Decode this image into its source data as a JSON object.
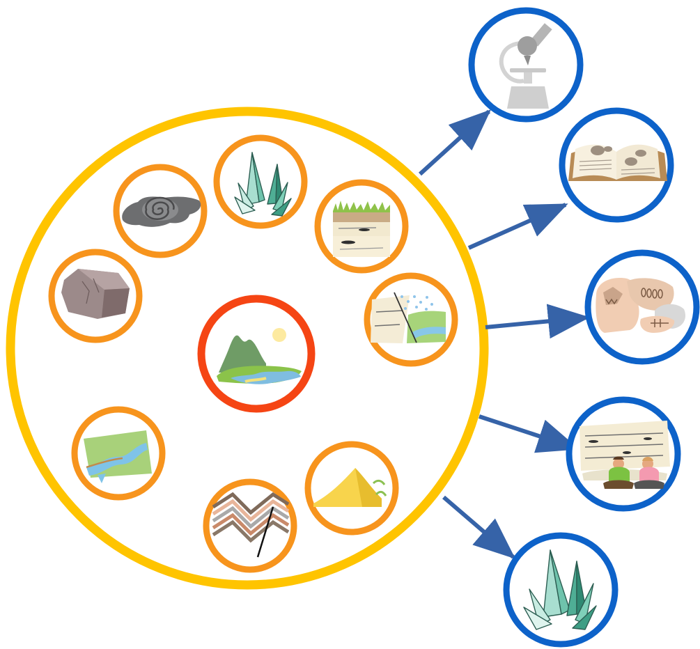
{
  "colors": {
    "outer_ring": "#ffc400",
    "center_ring": "#f54514",
    "topic_ring": "#f7941d",
    "output_ring": "#0d62c9",
    "arrow": "#3663a8",
    "background": "#ffffff"
  },
  "center": {
    "name": "landscape",
    "icon": "landscape-icon"
  },
  "topics": [
    {
      "name": "fossil-imprint",
      "icon": "ammonite-imprint-icon"
    },
    {
      "name": "minerals",
      "icon": "crystal-cluster-icon"
    },
    {
      "name": "soil-profile",
      "icon": "soil-layers-icon"
    },
    {
      "name": "weathering-erosion",
      "icon": "rain-erosion-icon"
    },
    {
      "name": "rocks",
      "icon": "rock-icon"
    },
    {
      "name": "rivers",
      "icon": "river-map-icon"
    },
    {
      "name": "sand-dune",
      "icon": "dune-icon"
    },
    {
      "name": "folded-strata",
      "icon": "fold-fault-icon"
    }
  ],
  "outputs": [
    {
      "name": "microscopy",
      "icon": "microscope-icon"
    },
    {
      "name": "field-guide",
      "icon": "open-book-icon"
    },
    {
      "name": "fossil-collection",
      "icon": "fossil-specimens-icon"
    },
    {
      "name": "field-observation",
      "icon": "children-at-outcrop-icon"
    },
    {
      "name": "crystal-specimen",
      "icon": "crystal-cluster-icon"
    }
  ]
}
